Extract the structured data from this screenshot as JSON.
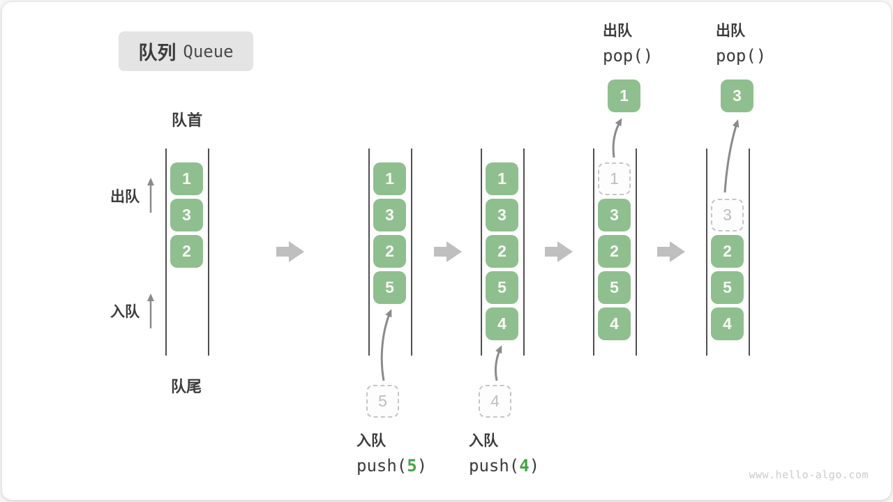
{
  "title": {
    "zh": "队列",
    "en": "Queue"
  },
  "labels": {
    "front": "队首",
    "rear": "队尾",
    "dequeue": "出队",
    "enqueue": "入队"
  },
  "columns": [
    {
      "cells": [
        {
          "v": "1"
        },
        {
          "v": "3"
        },
        {
          "v": "2"
        }
      ]
    },
    {
      "cells": [
        {
          "v": "1"
        },
        {
          "v": "3"
        },
        {
          "v": "2"
        },
        {
          "v": "5"
        }
      ],
      "staged": "5",
      "op_below": {
        "line1": "入队",
        "code_pre": "push(",
        "arg": "5",
        "code_post": ")"
      }
    },
    {
      "cells": [
        {
          "v": "1"
        },
        {
          "v": "3"
        },
        {
          "v": "2"
        },
        {
          "v": "5"
        },
        {
          "v": "4"
        }
      ],
      "staged": "4",
      "op_below": {
        "line1": "入队",
        "code_pre": "push(",
        "arg": "4",
        "code_post": ")"
      }
    },
    {
      "cells": [
        {
          "v": "1",
          "ghost": true
        },
        {
          "v": "3"
        },
        {
          "v": "2"
        },
        {
          "v": "5"
        },
        {
          "v": "4"
        }
      ],
      "popped": "1",
      "op_above": {
        "line1": "出队",
        "code": "pop()"
      }
    },
    {
      "start_slot": 1,
      "cells": [
        {
          "v": "3",
          "ghost": true
        },
        {
          "v": "2"
        },
        {
          "v": "5"
        },
        {
          "v": "4"
        }
      ],
      "popped": "3",
      "op_above": {
        "line1": "出队",
        "code": "pop()"
      }
    }
  ],
  "watermark": "www.hello-algo.com",
  "colors": {
    "box_green": "#8FBF8F",
    "arg_green": "#47A347",
    "line_dark": "#4F4F4F",
    "arrow_gray": "#8A8A8A",
    "block_arrow": "#BFBFBF",
    "ghost_border": "#C6C6C6",
    "ghost_text": "#BDBDBD",
    "title_bg": "#E4E4E4",
    "ink": "#3B3B3B",
    "watermark": "#CBCBCB"
  }
}
